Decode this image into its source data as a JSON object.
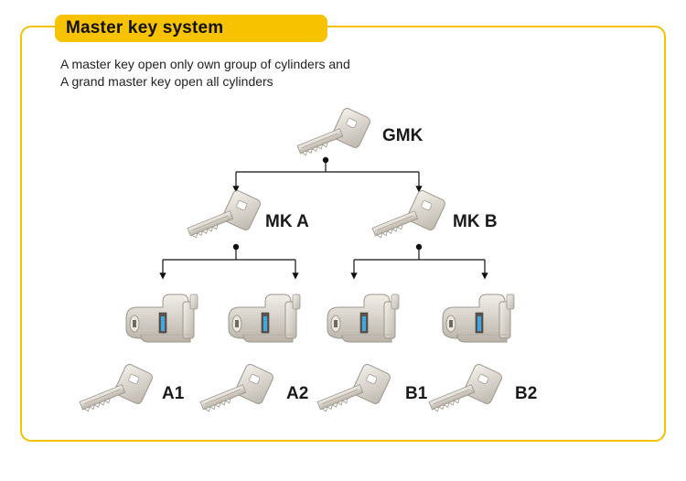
{
  "title": "Master key system",
  "description": {
    "line1": "A master key open only own group of cylinders and",
    "line2": "A grand master key open all cylinders"
  },
  "keys": {
    "gmk": "GMK",
    "mk_a": "MK A",
    "mk_b": "MK B",
    "a1": "A1",
    "a2": "A2",
    "b1": "B1",
    "b2": "B2"
  },
  "colors": {
    "accent": "#f7c300",
    "frame": "#f5c000",
    "metal": "#d9d4cc",
    "text": "#1a1a1a"
  }
}
